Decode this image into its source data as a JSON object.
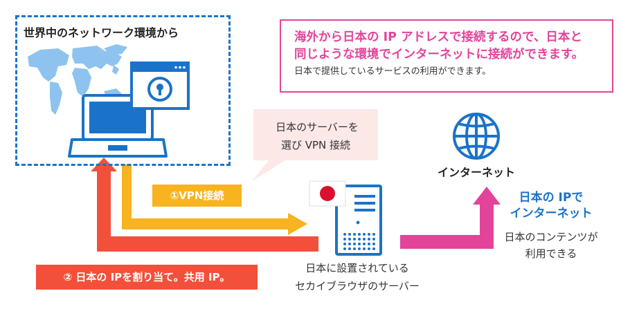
{
  "region": {
    "title": "世界中のネットワーク環境から"
  },
  "info": {
    "line1": "海外から日本の IP アドレスで接続するので、日本と",
    "line2": "同じような環境でインターネットに接続ができます。",
    "line3": "日本で提供しているサービスの利用ができます。"
  },
  "bubble": {
    "line1": "日本のサーバーを",
    "line2": "選び VPN 接続"
  },
  "step1": {
    "label": "①VPN接続"
  },
  "step2": {
    "label": "② 日本の IPを割り当て。共用 IP。"
  },
  "server": {
    "caption1": "日本に設置されている",
    "caption2": "セカイブラウザのサーバー"
  },
  "internet": {
    "label": "インターネット"
  },
  "result": {
    "title1": "日本の IPで",
    "title2": "インターネット",
    "desc1": "日本のコンテンツが",
    "desc2": "利用できる"
  },
  "colors": {
    "blue": "#1a73c9",
    "pink": "#e2449a",
    "orange": "#f7b320",
    "red": "#f2503a",
    "flag_red": "#d9112e"
  },
  "icons": [
    "world-map-icon",
    "laptop-icon",
    "browser-window-icon",
    "vpn-lock-icon",
    "japan-flag-icon",
    "server-icon",
    "globe-icon"
  ]
}
